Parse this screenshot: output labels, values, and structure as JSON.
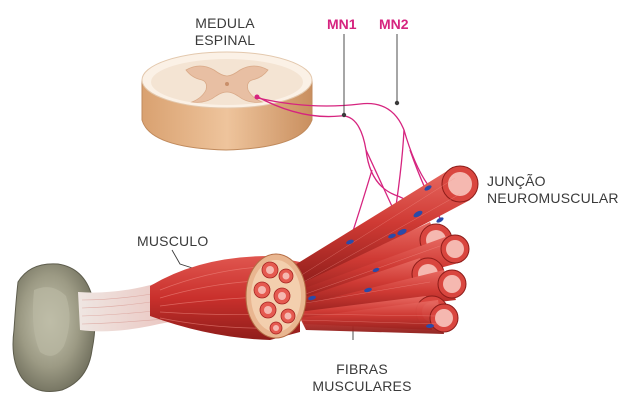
{
  "labels": {
    "medula_line1": "MEDULA",
    "medula_line2": "ESPINAL",
    "mn1": "MN1",
    "mn2": "MN2",
    "juncao_line1": "JUNÇÃO",
    "juncao_line2": "NEUROMUSCULAR",
    "musculo": "MUSCULO",
    "fibras_line1": "FIBRAS",
    "fibras_line2": "MUSCULARES"
  },
  "colors": {
    "nerve": "#d6247f",
    "muscle": "#c9302c",
    "muscle_dark": "#a52421",
    "spinal_cord": "#e8b88a",
    "grey_matter": "#f3d9c4",
    "bone": "#8e8d78",
    "tendon": "#e8d9d2",
    "endplate": "#2b4aa8",
    "label_text": "#3a3a3a"
  }
}
